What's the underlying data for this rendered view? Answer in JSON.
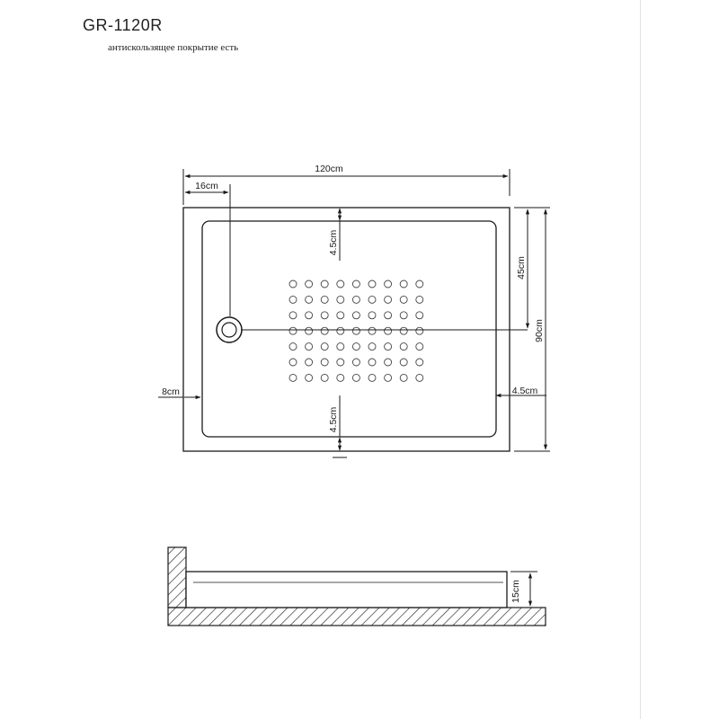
{
  "header": {
    "model": "GR-1120R",
    "note": "антискользящее покрытие есть"
  },
  "dimensions": {
    "width_total": "120cm",
    "drain_offset": "16cm",
    "top_margin": "4.5cm",
    "bottom_margin": "4.5cm",
    "left_rim": "8cm",
    "right_rim": "4.5cm",
    "drain_to_edge": "45cm",
    "depth_total": "90cm",
    "tray_height": "15cm"
  },
  "colors": {
    "line": "#1a1a1a",
    "hatch": "#333333"
  }
}
